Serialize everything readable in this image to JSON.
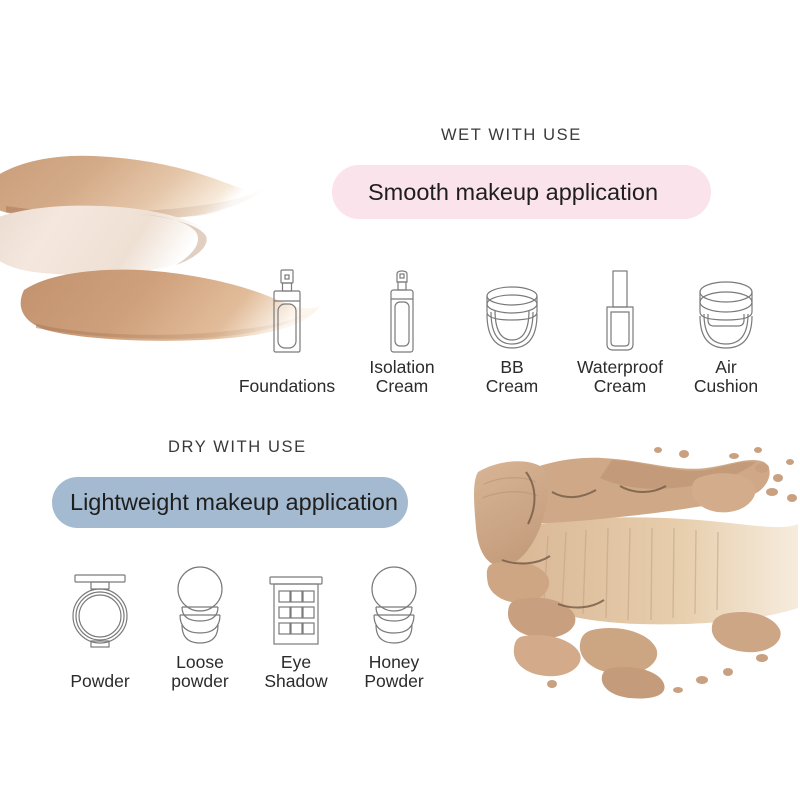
{
  "sections": {
    "wet": {
      "kicker": "WET WITH USE",
      "banner": "Smooth makeup application",
      "banner_color": "#fae3ea",
      "products": [
        {
          "label": "Foundations",
          "icon": "foundation-bottle-icon",
          "lines": 1
        },
        {
          "label": "Isolation\nCream",
          "icon": "pump-bottle-icon",
          "lines": 2
        },
        {
          "label": "BB\nCream",
          "icon": "compact-jar-icon",
          "lines": 2
        },
        {
          "label": "Waterproof\nCream",
          "icon": "polish-bottle-icon",
          "lines": 2
        },
        {
          "label": "Air\nCushion",
          "icon": "air-cushion-icon",
          "lines": 2
        }
      ]
    },
    "dry": {
      "kicker": "DRY WITH USE",
      "banner": "Lightweight makeup application",
      "banner_color": "#a4bad1",
      "products": [
        {
          "label": "Powder",
          "icon": "powder-compact-icon",
          "lines": 1
        },
        {
          "label": "Loose\npowder",
          "icon": "loose-powder-puff-icon",
          "lines": 2
        },
        {
          "label": "Eye\nShadow",
          "icon": "eyeshadow-palette-icon",
          "lines": 2
        },
        {
          "label": "Honey\nPowder",
          "icon": "honey-powder-puff-icon",
          "lines": 2
        }
      ]
    }
  },
  "imagery": {
    "foundation_swatch": {
      "name": "foundation-smear-photo",
      "colors": [
        "#cfa684",
        "#f2e3da",
        "#c59879"
      ]
    },
    "powder_crumble": {
      "name": "crushed-powder-photo",
      "colors": [
        "#d7b294",
        "#c9a383",
        "#e3c6a9"
      ]
    }
  },
  "theme": {
    "background": "#ffffff",
    "text": "#2b2b2b",
    "icon_stroke": "#7a7a7a"
  }
}
